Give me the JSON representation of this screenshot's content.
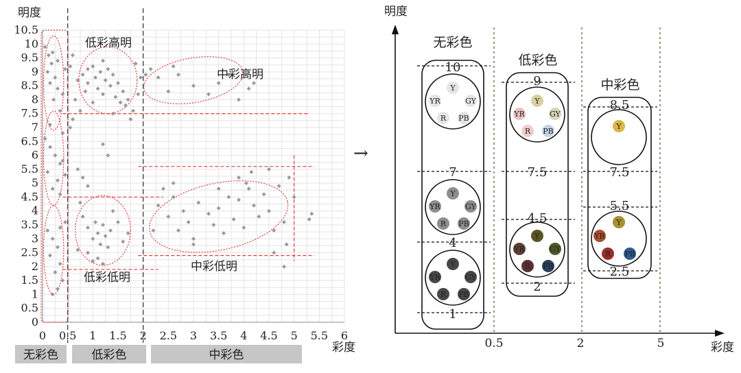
{
  "chart_data": [
    {
      "type": "scatter",
      "ylabel": "明度",
      "xlabel": "彩度",
      "xlim": [
        0,
        6
      ],
      "ylim": [
        0,
        10.5
      ],
      "x_ticks": [
        "0",
        "0.5",
        "1",
        "1.5",
        "2",
        "2.5",
        "3",
        "3.5",
        "4",
        "4.5",
        "5",
        "5.5",
        "6"
      ],
      "y_ticks": [
        "0",
        "0.5",
        "1",
        "1.5",
        "2",
        "2.5",
        "3",
        "3.5",
        "4",
        "4.5",
        "5",
        "5.5",
        "6",
        "6.5",
        "7",
        "7.5",
        "8",
        "8.5",
        "9",
        "9.5",
        "10",
        "10.5"
      ],
      "grid": true,
      "region_bars": [
        "无彩色",
        "低彩色",
        "中彩色"
      ],
      "annotations": [
        "低彩高明",
        "中彩高明",
        "低彩低明",
        "中彩低明"
      ],
      "points": [
        [
          0.05,
          9.9
        ],
        [
          0.12,
          9.6
        ],
        [
          0.18,
          9.3
        ],
        [
          0.1,
          9.0
        ],
        [
          0.25,
          8.8
        ],
        [
          0.3,
          8.4
        ],
        [
          0.22,
          8.0
        ],
        [
          0.35,
          7.6
        ],
        [
          0.4,
          8.2
        ],
        [
          0.15,
          8.6
        ],
        [
          0.3,
          9.4
        ],
        [
          0.45,
          9.1
        ],
        [
          0.2,
          9.7
        ],
        [
          0.05,
          6.6
        ],
        [
          0.15,
          6.3
        ],
        [
          0.25,
          6.0
        ],
        [
          0.35,
          5.7
        ],
        [
          0.1,
          5.4
        ],
        [
          0.3,
          5.1
        ],
        [
          0.4,
          5.8
        ],
        [
          0.2,
          4.8
        ],
        [
          0.35,
          4.6
        ],
        [
          0.45,
          5.3
        ],
        [
          0.15,
          7.1
        ],
        [
          0.4,
          6.8
        ],
        [
          0.1,
          3.3
        ],
        [
          0.2,
          3.0
        ],
        [
          0.3,
          2.7
        ],
        [
          0.15,
          2.4
        ],
        [
          0.35,
          2.1
        ],
        [
          0.25,
          1.8
        ],
        [
          0.4,
          1.5
        ],
        [
          0.3,
          1.2
        ],
        [
          0.45,
          3.6
        ],
        [
          0.2,
          1.0
        ],
        [
          0.35,
          3.4
        ],
        [
          0.6,
          9.6
        ],
        [
          0.55,
          9.2
        ],
        [
          0.7,
          8.7
        ],
        [
          0.65,
          8.0
        ],
        [
          0.6,
          7.3
        ],
        [
          0.75,
          7.6
        ],
        [
          0.85,
          8.3
        ],
        [
          0.9,
          9.1
        ],
        [
          0.55,
          7.0
        ],
        [
          0.8,
          8.9
        ],
        [
          0.9,
          8.6
        ],
        [
          1.0,
          9.2
        ],
        [
          1.05,
          8.8
        ],
        [
          1.1,
          8.4
        ],
        [
          1.15,
          9.0
        ],
        [
          1.2,
          8.2
        ],
        [
          1.25,
          8.7
        ],
        [
          1.3,
          9.1
        ],
        [
          1.35,
          8.5
        ],
        [
          1.4,
          8.9
        ],
        [
          1.45,
          8.1
        ],
        [
          1.5,
          8.6
        ],
        [
          1.55,
          7.9
        ],
        [
          1.6,
          8.3
        ],
        [
          1.65,
          7.8
        ],
        [
          1.7,
          8.0
        ],
        [
          1.0,
          7.9
        ],
        [
          1.2,
          9.4
        ],
        [
          1.4,
          7.5
        ],
        [
          1.8,
          7.6
        ],
        [
          1.9,
          8.2
        ],
        [
          1.95,
          8.8
        ],
        [
          1.85,
          9.3
        ],
        [
          2.05,
          8.9
        ],
        [
          1.75,
          7.3
        ],
        [
          1.2,
          6.4
        ],
        [
          1.3,
          6.0
        ],
        [
          0.8,
          5.2
        ],
        [
          0.9,
          4.9
        ],
        [
          0.7,
          5.5
        ],
        [
          2.15,
          9.1
        ],
        [
          2.3,
          8.8
        ],
        [
          2.5,
          8.3
        ],
        [
          2.7,
          8.9
        ],
        [
          3.0,
          8.5
        ],
        [
          3.3,
          8.2
        ],
        [
          3.5,
          8.6
        ],
        [
          3.7,
          8.9
        ],
        [
          3.9,
          8.0
        ],
        [
          4.1,
          8.4
        ],
        [
          4.2,
          8.6
        ],
        [
          2.6,
          9.2
        ],
        [
          0.8,
          3.8
        ],
        [
          0.9,
          3.4
        ],
        [
          1.0,
          3.0
        ],
        [
          1.05,
          3.6
        ],
        [
          1.1,
          3.2
        ],
        [
          1.15,
          2.8
        ],
        [
          1.2,
          3.5
        ],
        [
          1.25,
          3.1
        ],
        [
          1.3,
          2.7
        ],
        [
          1.35,
          3.3
        ],
        [
          1.4,
          4.0
        ],
        [
          1.5,
          3.6
        ],
        [
          1.6,
          2.9
        ],
        [
          1.7,
          3.2
        ],
        [
          0.9,
          2.5
        ],
        [
          1.1,
          2.3
        ],
        [
          1.2,
          2.1
        ],
        [
          0.7,
          2.6
        ],
        [
          0.75,
          4.3
        ],
        [
          1.0,
          2.2
        ],
        [
          2.3,
          4.2
        ],
        [
          2.5,
          3.8
        ],
        [
          2.6,
          4.5
        ],
        [
          2.7,
          3.3
        ],
        [
          2.8,
          4.0
        ],
        [
          2.9,
          3.6
        ],
        [
          3.0,
          3.0
        ],
        [
          3.1,
          4.3
        ],
        [
          3.3,
          3.9
        ],
        [
          3.4,
          3.5
        ],
        [
          3.5,
          4.1
        ],
        [
          3.6,
          3.2
        ],
        [
          3.7,
          4.5
        ],
        [
          3.8,
          3.7
        ],
        [
          3.9,
          4.4
        ],
        [
          4.0,
          3.4
        ],
        [
          4.05,
          5.0
        ],
        [
          4.1,
          4.8
        ],
        [
          4.15,
          5.4
        ],
        [
          4.2,
          4.2
        ],
        [
          4.3,
          3.8
        ],
        [
          4.4,
          4.6
        ],
        [
          4.5,
          4.0
        ],
        [
          4.6,
          3.3
        ],
        [
          4.7,
          4.9
        ],
        [
          4.8,
          3.6
        ],
        [
          4.85,
          2.8
        ],
        [
          4.9,
          5.2
        ],
        [
          5.0,
          4.5
        ],
        [
          4.6,
          2.5
        ],
        [
          4.8,
          2.0
        ],
        [
          2.2,
          3.3
        ],
        [
          2.4,
          4.8
        ],
        [
          2.6,
          5.0
        ],
        [
          3.0,
          2.8
        ],
        [
          3.5,
          4.8
        ],
        [
          5.3,
          3.7
        ],
        [
          5.35,
          3.9
        ],
        [
          4.5,
          5.5
        ],
        [
          3.9,
          5.2
        ]
      ]
    },
    {
      "type": "diagram",
      "ylabel": "明度",
      "xlabel": "彩度",
      "x_ticks": [
        "0.5",
        "2",
        "5"
      ],
      "groups": [
        {
          "title": "无彩色",
          "values": [
            "10",
            "7",
            "4",
            "1"
          ]
        },
        {
          "title": "低彩色",
          "values": [
            "9",
            "7.5",
            "4.5",
            "2"
          ]
        },
        {
          "title": "中彩色",
          "values": [
            "8.5",
            "7.5",
            "5.5",
            "2.5"
          ]
        }
      ],
      "hue_labels": {
        "Y": "Y",
        "YR": "YR",
        "GY": "GY",
        "R": "R",
        "PB": "PB"
      },
      "colors": {
        "ach_hi": "#e4e4e4",
        "ach_mid": "#8e8e8e",
        "ach_lo": "#474747",
        "low_hi_Y": "#d9d0a0",
        "low_hi_YR": "#e8c2c0",
        "low_hi_GY": "#d4d8b8",
        "low_hi_R": "#f0cccc",
        "low_hi_PB": "#c4d2e8",
        "low_lo_Y": "#5a5525",
        "low_lo_YR": "#5c4030",
        "low_lo_GY": "#4c5a28",
        "low_lo_R": "#5c3036",
        "low_lo_PB": "#2c3e5c",
        "mid_hi_Y": "#d9b648",
        "mid_lo_Y": "#a89030",
        "mid_lo_YR": "#a85030",
        "mid_lo_R": "#9a2e2e",
        "mid_lo_PB": "#2e5a8e"
      }
    }
  ],
  "arrow": "→"
}
